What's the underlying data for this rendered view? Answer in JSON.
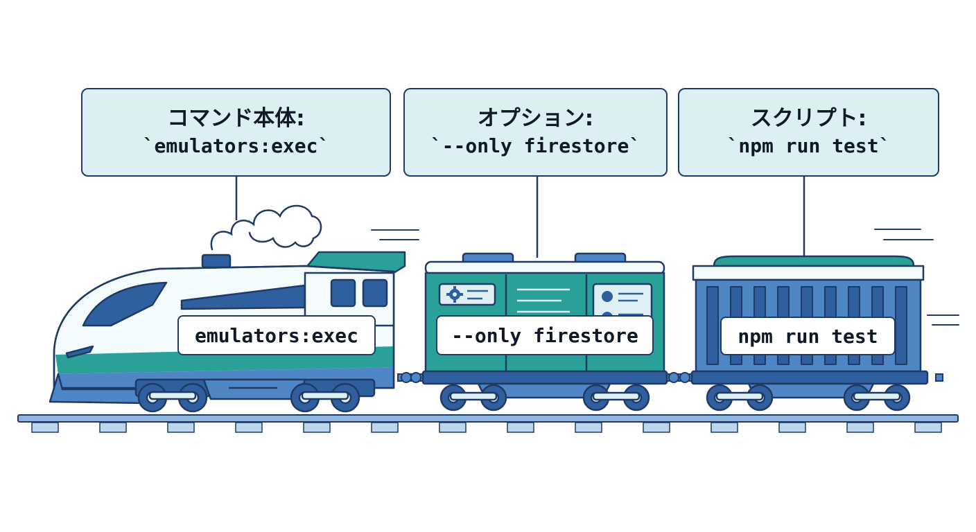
{
  "palette": {
    "outline": "#1f3a64",
    "callout_fill": "#dceff3",
    "teal": "#2aa198",
    "blue": "#4f86c6",
    "dark_blue": "#2f5f9e",
    "light_blue": "#dff0f5",
    "rail": "#8fb6dd"
  },
  "callouts": [
    {
      "title": "コマンド本体:",
      "command": "`emulators:exec`"
    },
    {
      "title": "オプション:",
      "command": "`--only firestore`"
    },
    {
      "title": "スクリプト:",
      "command": "`npm run test`"
    }
  ],
  "train": {
    "locomotive": {
      "label": "emulators:exec"
    },
    "car_middle": {
      "label": "--only firestore",
      "icons": [
        "gear-icon",
        "user-card-icon"
      ]
    },
    "car_last": {
      "label": "npm run test"
    }
  }
}
